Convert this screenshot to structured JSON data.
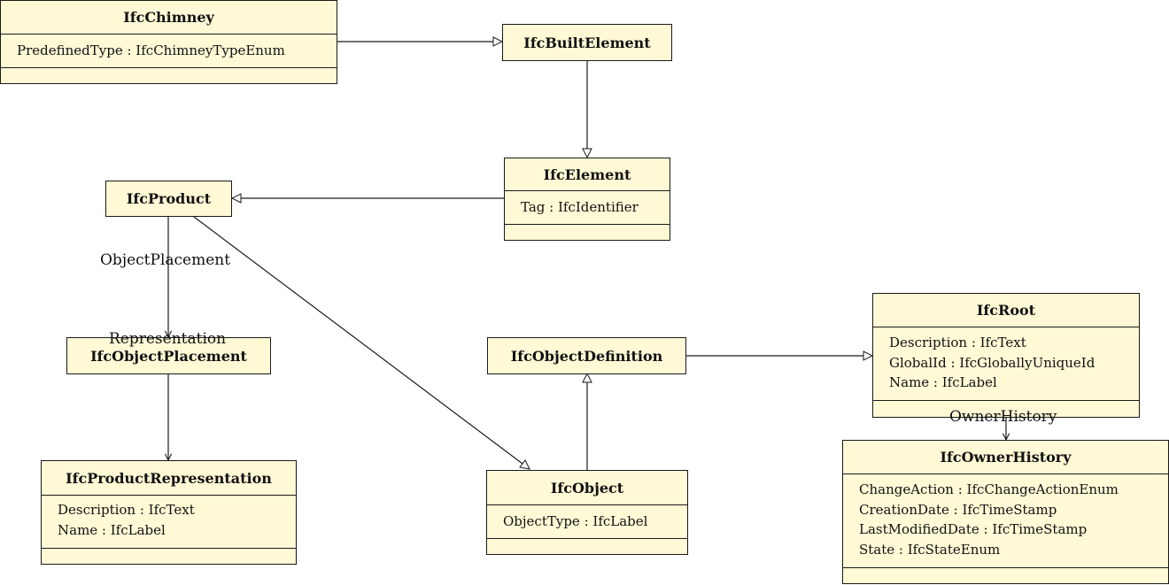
{
  "classes": {
    "chimney": {
      "name": "IfcChimney",
      "attributes": [
        "PredefinedType : IfcChimneyTypeEnum"
      ]
    },
    "built_element": {
      "name": "IfcBuiltElement"
    },
    "element": {
      "name": "IfcElement",
      "attributes": [
        "Tag : IfcIdentifier"
      ]
    },
    "product": {
      "name": "IfcProduct"
    },
    "object_placement": {
      "name": "IfcObjectPlacement"
    },
    "product_representation": {
      "name": "IfcProductRepresentation",
      "attributes": [
        "Description : IfcText",
        "Name : IfcLabel"
      ]
    },
    "object_definition": {
      "name": "IfcObjectDefinition"
    },
    "object": {
      "name": "IfcObject",
      "attributes": [
        "ObjectType : IfcLabel"
      ]
    },
    "root": {
      "name": "IfcRoot",
      "attributes": [
        "Description : IfcText",
        "GlobalId : IfcGloballyUniqueId",
        "Name : IfcLabel"
      ]
    },
    "owner_history": {
      "name": "IfcOwnerHistory",
      "attributes": [
        "ChangeAction : IfcChangeActionEnum",
        "CreationDate : IfcTimeStamp",
        "LastModifiedDate : IfcTimeStamp",
        "State : IfcStateEnum"
      ]
    }
  },
  "edge_labels": {
    "object_placement": "ObjectPlacement",
    "representation": "Representation",
    "owner_history": "OwnerHistory"
  }
}
